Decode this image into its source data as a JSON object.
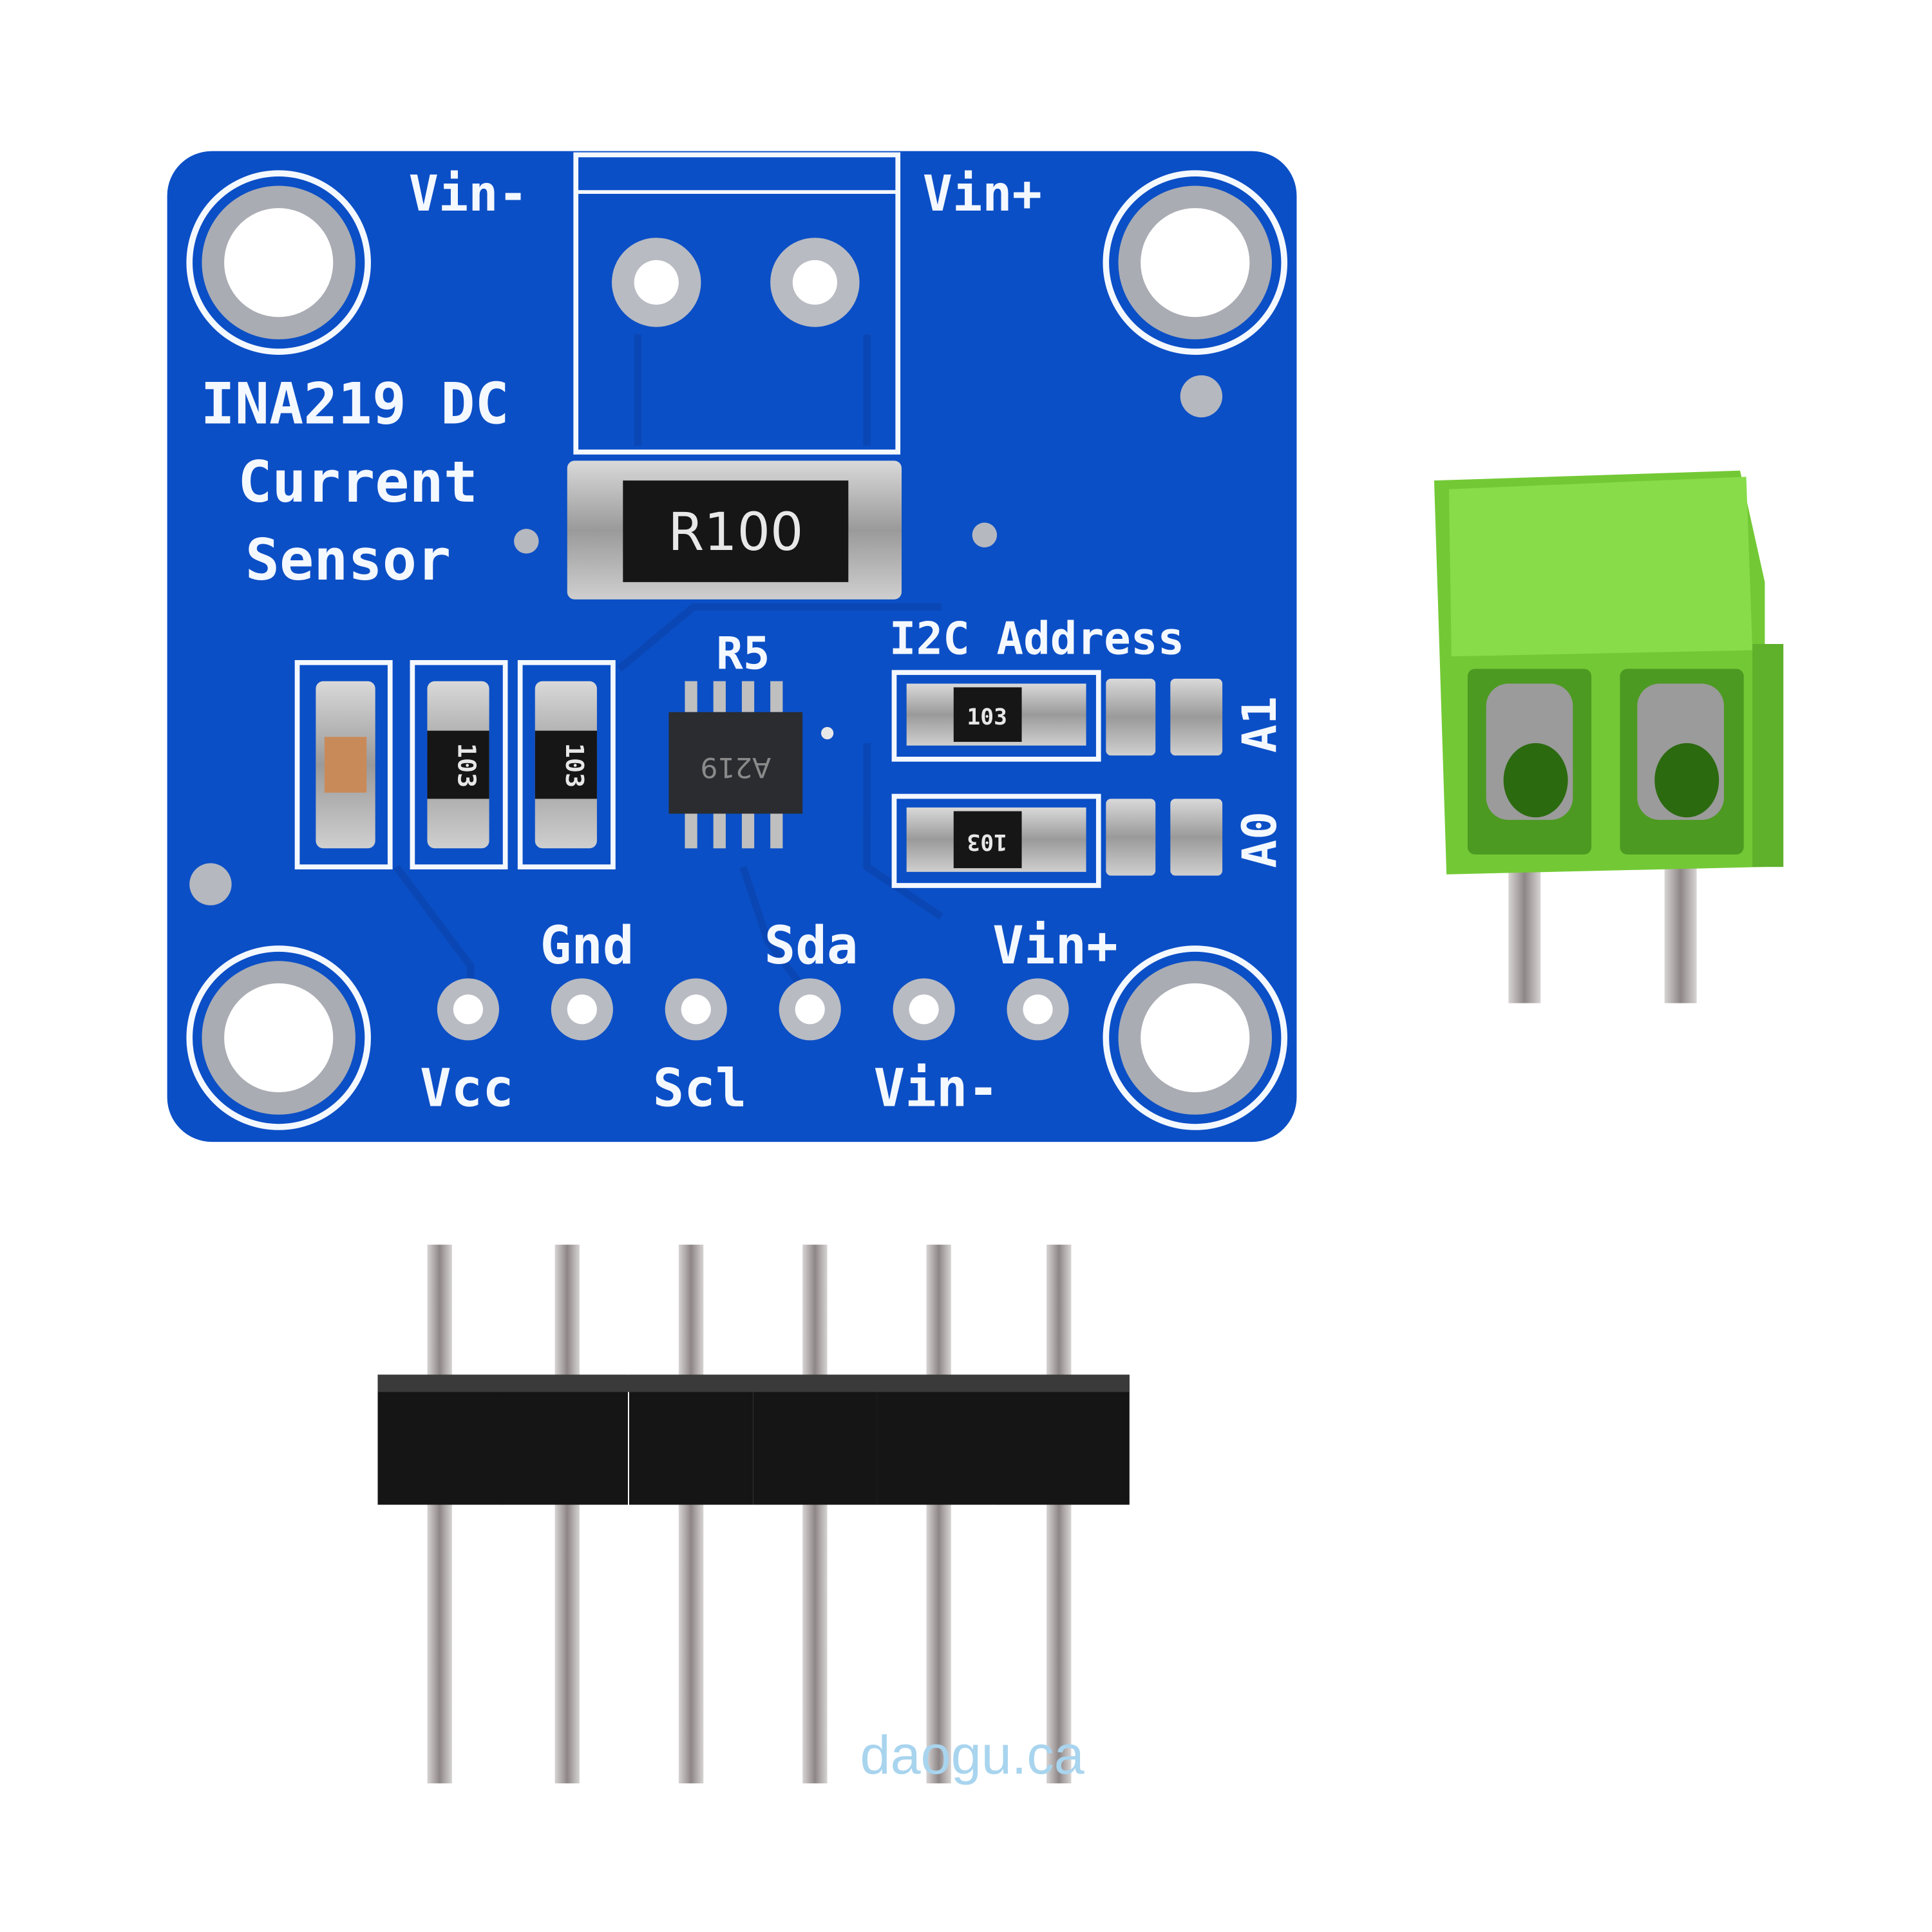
{
  "product": {
    "board_title_line1": "INA219 DC",
    "board_title_line2": "Current",
    "board_title_line3": "Sensor",
    "top_left_label": "Vin-",
    "top_right_label": "Vin+",
    "shunt_marking": "R100",
    "chip_ref": "R5",
    "chip_marking": "A219",
    "i2c_label": "I2C Address",
    "addr_a1": "A1",
    "addr_a0": "A0",
    "resistor_a1_marking": "103",
    "resistor_a0_marking": "103",
    "small_resistor_1_marking": "103",
    "small_resistor_2_marking": "103",
    "pin_labels_top": [
      "Gnd",
      "Sda",
      "Vin+"
    ],
    "pin_labels_bottom": [
      "Vcc",
      "Scl",
      "Vin-"
    ]
  },
  "colors": {
    "pcb": "#0b4fc6",
    "silkscreen": "#f4f8ff",
    "terminal_block": "#7fd13b",
    "header_housing": "#111111",
    "watermark": "#a8d4ee"
  },
  "watermark": "daogu.ca"
}
